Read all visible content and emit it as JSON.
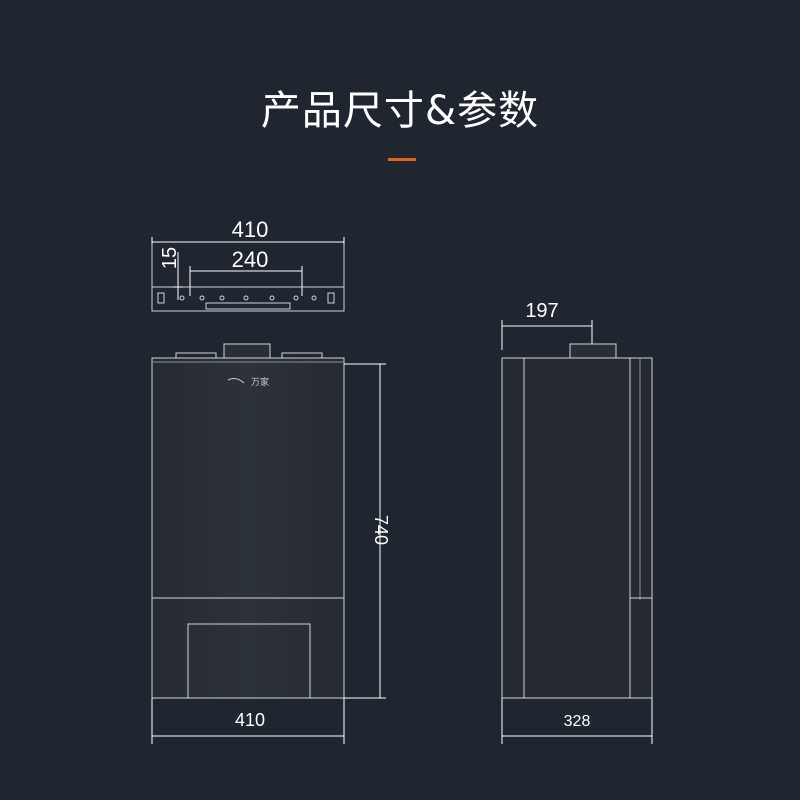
{
  "page": {
    "title": "产品尺寸&参数",
    "accent_color": "#e8611a",
    "background_color": "#1f2630"
  },
  "bracket": {
    "width_label": "410",
    "height_label": "15",
    "hole_spacing_label": "240"
  },
  "front_view": {
    "logo_text": "万家",
    "height_label": "740",
    "width_label": "410"
  },
  "side_view": {
    "flue_offset_label": "197",
    "depth_label": "328"
  }
}
